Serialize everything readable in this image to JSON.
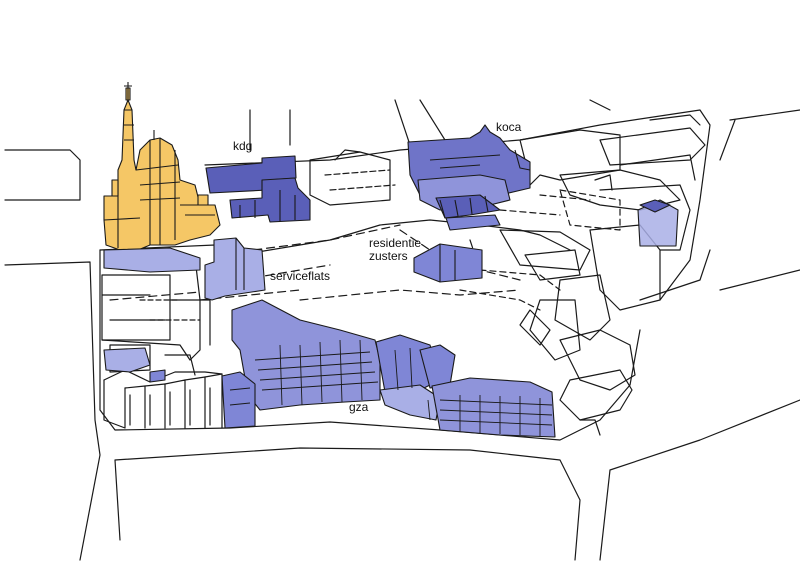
{
  "labels": {
    "kdg": "kdg",
    "koca": "koca",
    "residentie_line1": "residentie",
    "residentie_line2": "zusters",
    "serviceflats": "serviceflats",
    "gza": "gza"
  },
  "colors": {
    "highlight_blue": "#7f86d6",
    "highlight_blue_dark": "#5a5fb8",
    "highlight_blue_light": "#a9afe6",
    "church_yellow": "#f5c766",
    "outline": "#1a1a1a"
  }
}
